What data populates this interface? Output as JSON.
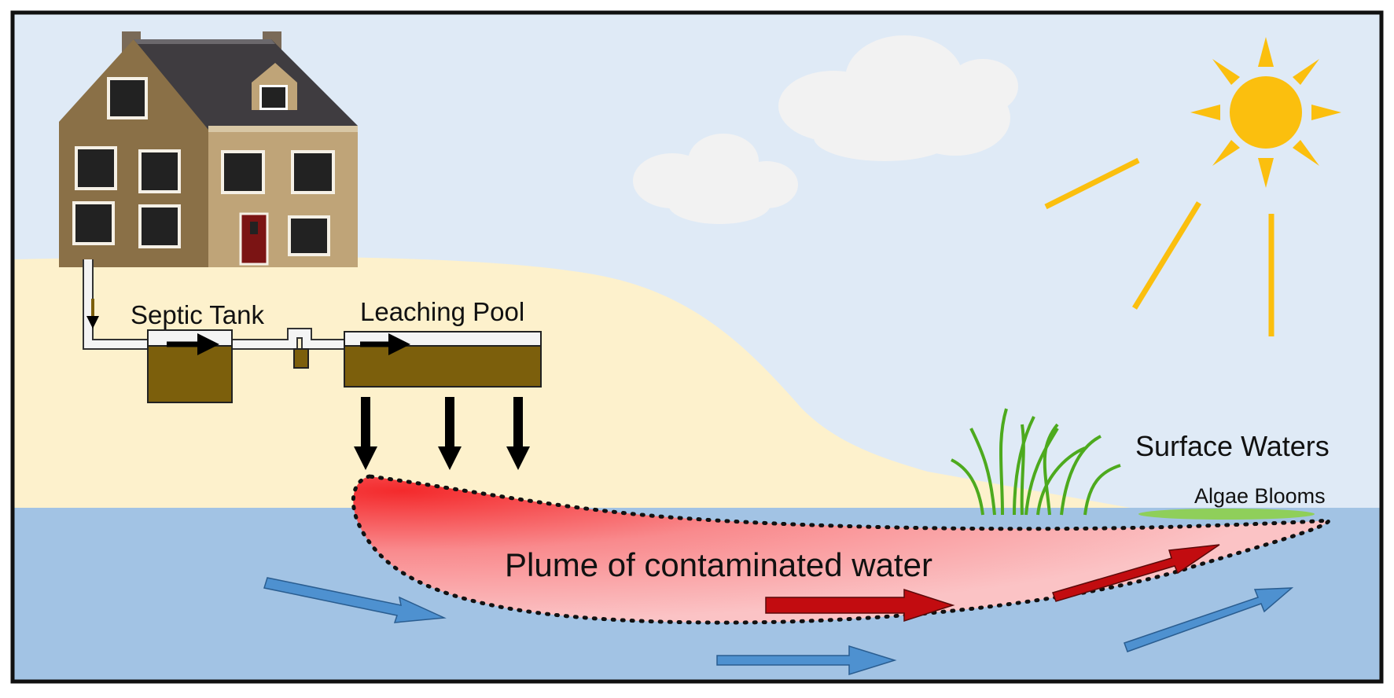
{
  "labels": {
    "septic_tank": "Septic Tank",
    "leaching_pool": "Leaching Pool",
    "surface_waters": "Surface Waters",
    "algae_blooms": "Algae Blooms",
    "plume": "Plume of contaminated water"
  },
  "colors": {
    "sky": "#dfeaf6",
    "sand": "#fdf1cc",
    "groundwater": "#a2c3e4",
    "sun": "#fbbf0e",
    "cloud": "#f2f2f2",
    "sewage": "#7c5f0c",
    "plume_core": "#f42a2c",
    "plume_edge": "#fbb9bb",
    "flow_red": "#c20c10",
    "flow_blue": "#4e91d0",
    "algae": "#8fcf5a",
    "grass": "#4daa1e",
    "house_wall": "#bfa478",
    "house_side": "#8a7047",
    "roof": "#3f3c40",
    "door": "#7b1414",
    "frame": "#111111"
  },
  "icons": [
    "house-icon",
    "cloud-icon",
    "sun-icon",
    "grass-icon",
    "septic-tank-icon",
    "leaching-pool-icon",
    "flow-arrow-icon"
  ]
}
